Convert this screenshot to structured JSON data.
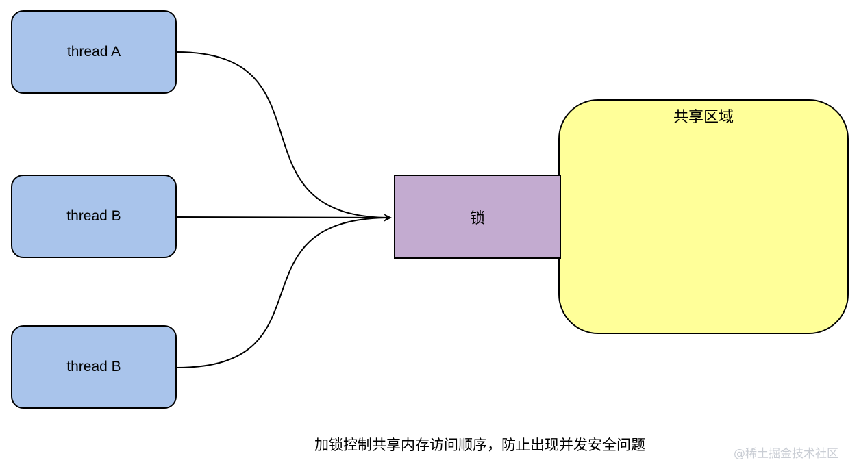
{
  "nodes": {
    "thread_a": "thread A",
    "thread_b_1": "thread B",
    "thread_b_2": "thread B",
    "lock": "锁",
    "shared_region": "共享区域"
  },
  "caption": "加锁控制共享内存访问顺序，防止出现并发安全问题",
  "watermark": "@稀土掘金技术社区",
  "edges": [
    {
      "from": "thread A",
      "to": "锁"
    },
    {
      "from": "thread B",
      "to": "锁"
    },
    {
      "from": "thread B",
      "to": "锁"
    }
  ],
  "colors": {
    "thread_fill": "#a9c4eb",
    "lock_fill": "#c3abd0",
    "shared_fill": "#ffff99",
    "stroke": "#000000",
    "watermark": "#c9cdd4"
  }
}
